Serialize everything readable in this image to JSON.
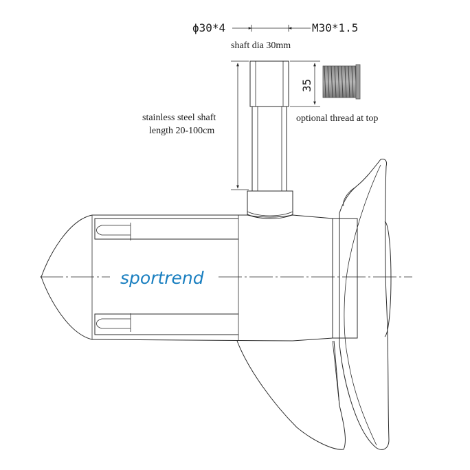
{
  "labels": {
    "thread_diameter": "ϕ30*4",
    "thread_spec": "M30*1.5",
    "shaft_dia": "shaft dia 30mm",
    "thread_length": "35",
    "optional_thread": "optional thread at top",
    "shaft_line1": "stainless steel shaft",
    "shaft_line2": "length 20-100cm"
  },
  "brand": {
    "name": "sportrend",
    "color": "#1a7fc0"
  },
  "icons": [
    "threaded-rod-icon"
  ]
}
